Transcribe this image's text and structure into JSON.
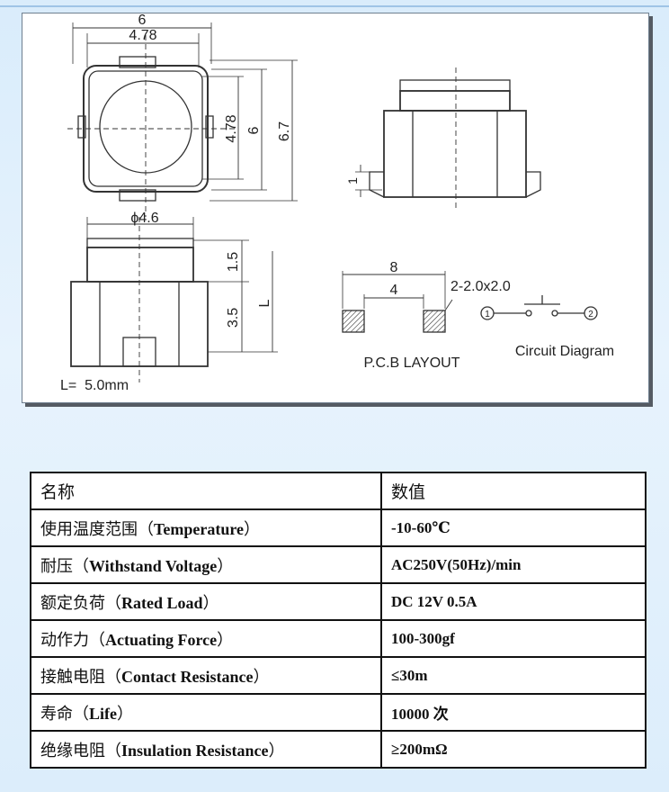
{
  "drawing": {
    "dim_6_top": "6",
    "dim_478_top": "4.78",
    "dim_478_side": "4.78",
    "dim_6_side": "6",
    "dim_67": "6.7",
    "dim_phi46": "ϕ4.6",
    "dim_15": "1.5",
    "dim_35": "3.5",
    "dim_L": "L",
    "dim_1": "1",
    "l_note": "L=  5.0mm",
    "pcb_dim_8": "8",
    "pcb_dim_4": "4",
    "pcb_hole_note": "2-2.0x2.0",
    "pcb_caption": "P.C.B LAYOUT",
    "circuit_caption": "Circuit Diagram",
    "terminal_1": "1",
    "terminal_2": "2"
  },
  "spec_table": {
    "header": {
      "param": "名称",
      "value": "数值"
    },
    "rows": [
      {
        "cn": "使用温度范围（",
        "en": "Temperature",
        "close": "）",
        "value": "-10-60℃"
      },
      {
        "cn": "耐压（",
        "en": "Withstand Voltage",
        "close": "）",
        "value": "AC250V(50Hz)/min"
      },
      {
        "cn": "额定负荷（",
        "en": "Rated Load",
        "close": "）",
        "value": "DC 12V 0.5A"
      },
      {
        "cn": "动作力（",
        "en": "Actuating Force",
        "close": "）",
        "value": "100-300gf"
      },
      {
        "cn": "接触电阻（",
        "en": "Contact Resistance",
        "close": "）",
        "value": "≤30m"
      },
      {
        "cn": "寿命（",
        "en": "Life",
        "close": "）",
        "value": "10000 次"
      },
      {
        "cn": "绝缘电阻（",
        "en": "Insulation Resistance",
        "close": "）",
        "value": "≥200mΩ"
      }
    ]
  }
}
